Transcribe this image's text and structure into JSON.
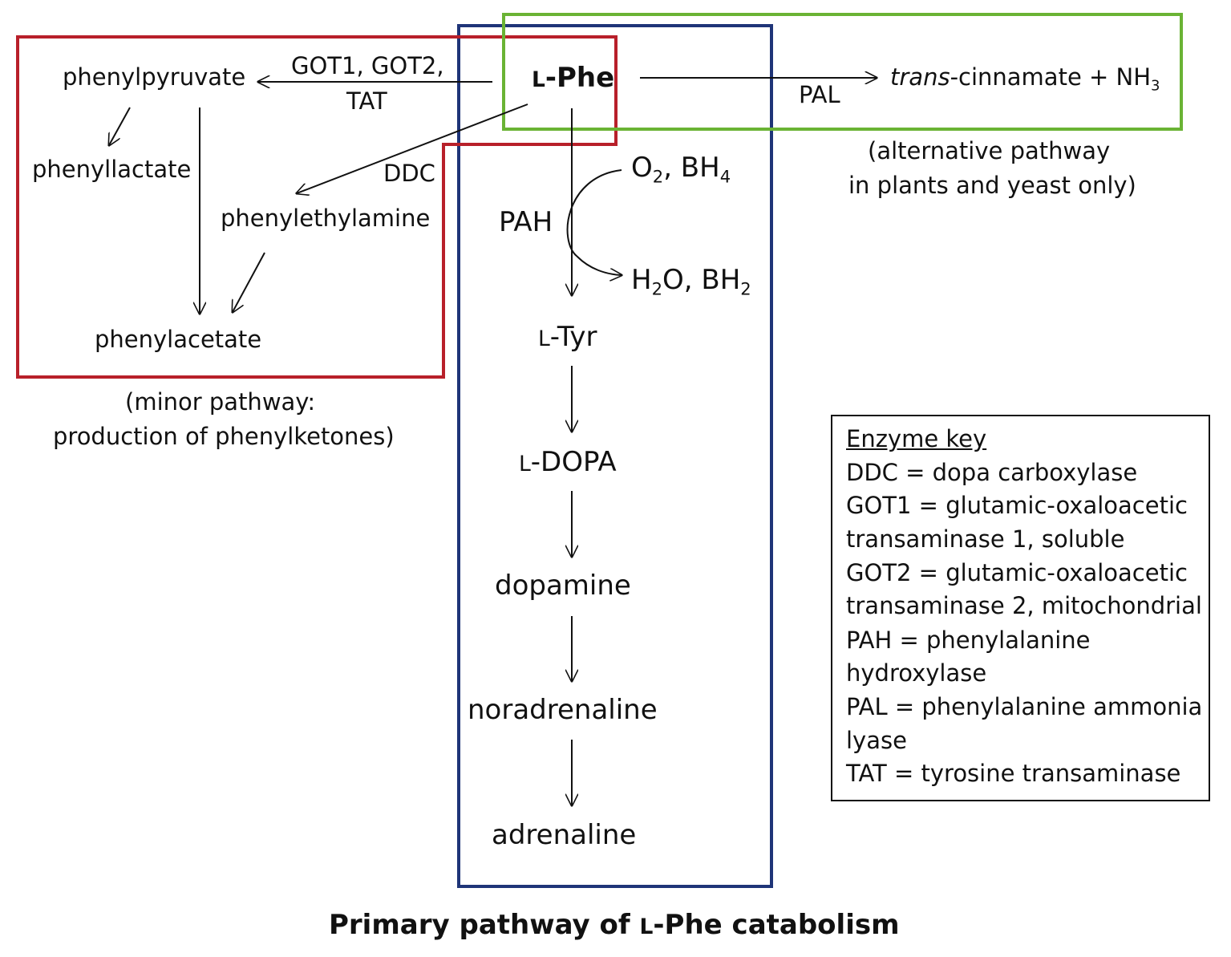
{
  "nodes": {
    "phe_prefix": "L",
    "phe_name": "-Phe",
    "phenylpyruvate": "phenylpyruvate",
    "phenyllactate": "phenyllactate",
    "phenylethylamine": "phenylethylamine",
    "phenylacetate": "phenylacetate",
    "trans_italic": "trans",
    "cinnamate_rest": "-cinnamate + NH",
    "nh3_sub": "3",
    "o2_o": "O",
    "o2_sub": "2",
    "bh4_text": ", BH",
    "bh4_sub": "4",
    "h2o_h": "H",
    "h2o_sub": "2",
    "bh2_text": "O, BH",
    "bh2_sub": "2",
    "tyr_prefix": "L",
    "tyr_name": "-Tyr",
    "dopa_prefix": "L",
    "dopa_name": "-DOPA",
    "dopamine": "dopamine",
    "noradrenaline": "noradrenaline",
    "adrenaline": "adrenaline"
  },
  "enzymes": {
    "got_line1": "GOT1, GOT2,",
    "got_line2": "TAT",
    "ddc": "DDC",
    "pah": "PAH",
    "pal": "PAL"
  },
  "captions": {
    "alternative_line1": "(alternative pathway",
    "alternative_line2": "in plants and yeast only)",
    "minor_line1": "(minor pathway:",
    "minor_line2": "production of phenylketones)",
    "primary_part1": "Primary pathway of ",
    "primary_prefix": "L",
    "primary_part2": "-Phe catabolism"
  },
  "enzyme_key": {
    "heading": "Enzyme key",
    "lines": [
      "DDC = dopa carboxylase",
      "GOT1 = glutamic-oxaloacetic",
      "transaminase 1, soluble",
      "GOT2 = glutamic-oxaloacetic",
      "transaminase 2, mitochondrial",
      "PAH = phenylalanine",
      "hydroxylase",
      "PAL = phenylalanine ammonia",
      "lyase",
      "TAT = tyrosine transaminase"
    ]
  },
  "colors": {
    "minor_pathway_box": "#b8202a",
    "primary_pathway_box": "#1f3578",
    "alternative_pathway_box": "#6ab334",
    "arrows": "#111111"
  }
}
